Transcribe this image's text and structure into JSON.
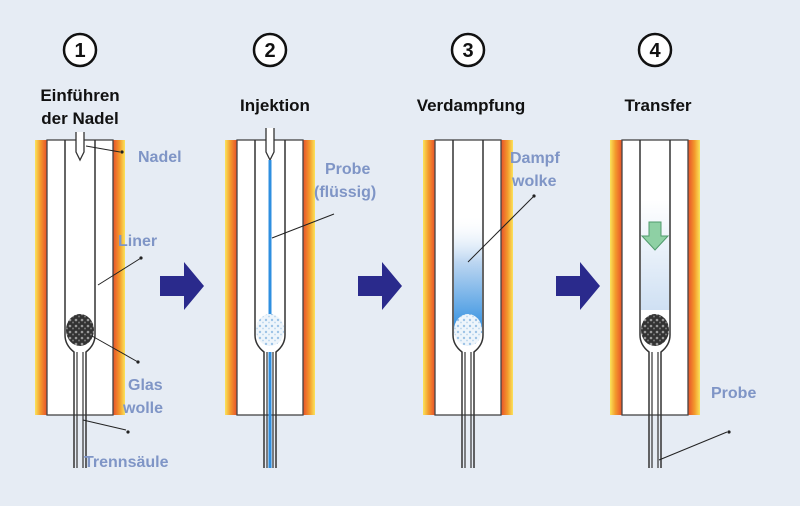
{
  "steps": [
    {
      "number": "1",
      "title_line1": "Einführen",
      "title_line2": "der Nadel"
    },
    {
      "number": "2",
      "title": "Injektion"
    },
    {
      "number": "3",
      "title": "Verdampfung"
    },
    {
      "number": "4",
      "title": "Transfer"
    }
  ],
  "labels": {
    "nadel": "Nadel",
    "liner": "Liner",
    "glas_line1": "Glas",
    "glas_line2": "wolle",
    "trennsaeule": "Trennsäule",
    "probe_fl_line1": "Probe",
    "probe_fl_line2": "(flüssig)",
    "dampf_line1": "Dampf",
    "dampf_line2": "wolke",
    "probe": "Probe"
  },
  "colors": {
    "background": "#e6ecf4",
    "label": "#7f95c6",
    "arrow": "#2a2a8c",
    "heater_red": "#e8502a",
    "heater_orange": "#f39a2c",
    "heater_yellow": "#fbe35a",
    "sample": "#2f8fe0",
    "transfer_arrow": "#8ed0a4"
  }
}
